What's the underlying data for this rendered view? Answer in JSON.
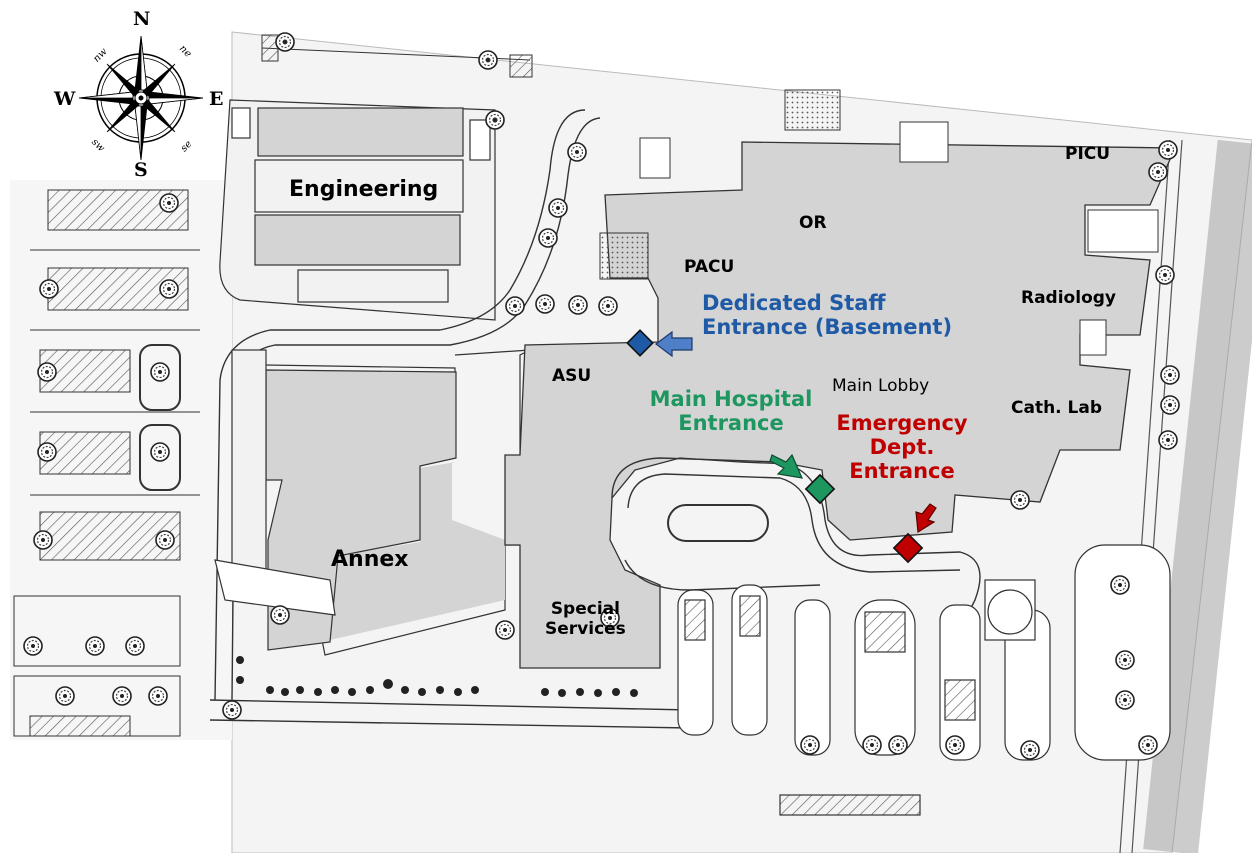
{
  "compass": {
    "north": "N",
    "south": "S",
    "east": "E",
    "west": "W",
    "northwest": "nw",
    "northeast": "ne",
    "southwest": "sw",
    "southeast": "se"
  },
  "buildings": {
    "engineering": "Engineering",
    "annex": "Annex"
  },
  "departments": {
    "picu": "PICU",
    "or": "OR",
    "pacu": "PACU",
    "radiology": "Radiology",
    "asu": "ASU",
    "main_lobby": "Main Lobby",
    "cath_lab": "Cath. Lab",
    "special_services_line1": "Special",
    "special_services_line2": "Services"
  },
  "entrances": {
    "staff": {
      "line1": "Dedicated Staff",
      "line2": "Entrance (Basement)",
      "color": "#1f5aa6"
    },
    "main": {
      "line1": "Main Hospital",
      "line2": "Entrance",
      "color": "#1e9660"
    },
    "emergency": {
      "line1": "Emergency",
      "line2": "Dept.",
      "line3": "Entrance",
      "color": "#c00000"
    }
  },
  "colors": {
    "building_fill": "#d4d4d4",
    "line": "#333333"
  }
}
